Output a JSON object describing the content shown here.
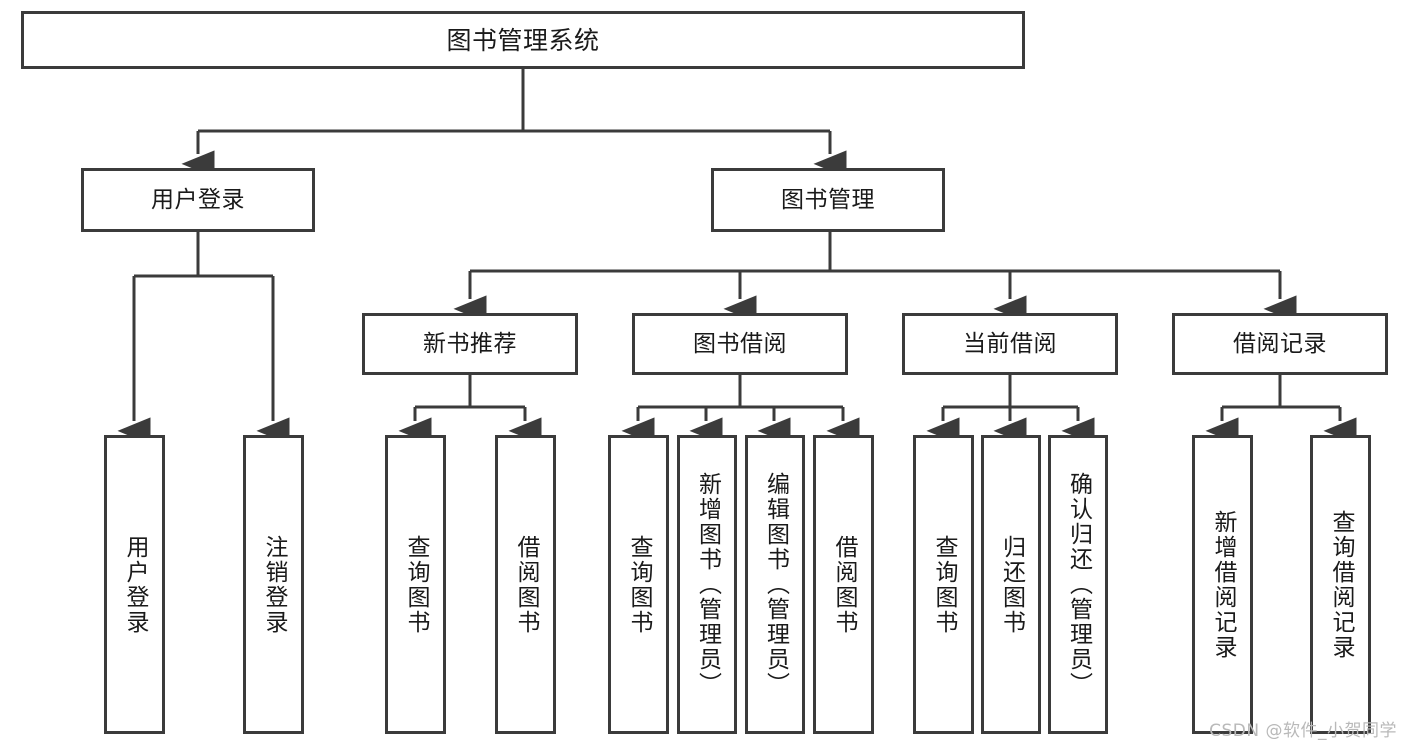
{
  "diagram": {
    "type": "tree",
    "title": "图书管理系统",
    "orientation": "top-down",
    "colors": {
      "box_border": "#3b3b3b",
      "box_fill": "#ffffff",
      "connector": "#3b3b3b",
      "text": "#1a1a1a",
      "watermark": "#b9b9b9",
      "background": "#ffffff"
    }
  },
  "root": {
    "id": "root",
    "label": "图书管理系统"
  },
  "level2": [
    {
      "id": "user-login",
      "label": "用户登录"
    },
    {
      "id": "book-management",
      "label": "图书管理"
    }
  ],
  "level3": [
    {
      "id": "new-book-recommend",
      "label": "新书推荐"
    },
    {
      "id": "book-borrow",
      "label": "图书借阅"
    },
    {
      "id": "current-borrow",
      "label": "当前借阅"
    },
    {
      "id": "borrow-record",
      "label": "借阅记录"
    }
  ],
  "leaves": [
    {
      "id": "leaf-user-login",
      "parent": "user-login",
      "label": "用户登录"
    },
    {
      "id": "leaf-user-logout",
      "parent": "user-login",
      "label": "注销登录"
    },
    {
      "id": "leaf-query-book-1",
      "parent": "new-book-recommend",
      "label": "查询图书"
    },
    {
      "id": "leaf-borrow-book-1",
      "parent": "new-book-recommend",
      "label": "借阅图书"
    },
    {
      "id": "leaf-query-book-2",
      "parent": "book-borrow",
      "label": "查询图书"
    },
    {
      "id": "leaf-add-book",
      "parent": "book-borrow",
      "label": "新增图书（管理员）"
    },
    {
      "id": "leaf-edit-book",
      "parent": "book-borrow",
      "label": "编辑图书（管理员）"
    },
    {
      "id": "leaf-borrow-book-2",
      "parent": "book-borrow",
      "label": "借阅图书"
    },
    {
      "id": "leaf-query-book-3",
      "parent": "current-borrow",
      "label": "查询图书"
    },
    {
      "id": "leaf-return-book",
      "parent": "current-borrow",
      "label": "归还图书"
    },
    {
      "id": "leaf-confirm-return",
      "parent": "current-borrow",
      "label": "确认归还（管理员）"
    },
    {
      "id": "leaf-add-record",
      "parent": "borrow-record",
      "label": "新增借阅记录"
    },
    {
      "id": "leaf-query-record",
      "parent": "borrow-record",
      "label": "查询借阅记录"
    }
  ],
  "watermark": {
    "text": "CSDN @软件_小贺同学"
  }
}
